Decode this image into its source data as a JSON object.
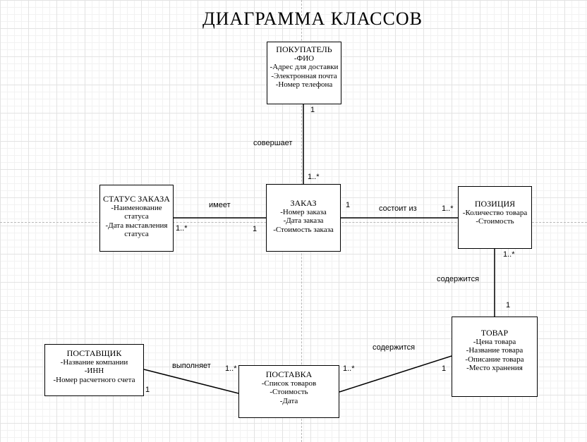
{
  "title": "ДИАГРАММА  КЛАССОВ",
  "classes": {
    "customer": {
      "name": "ПОКУПАТЕЛЬ",
      "attributes": [
        "-ФИО",
        "-Адрес для доставки",
        "-Электронная почта",
        "-Номер телефона"
      ]
    },
    "status": {
      "name": "СТАТУС ЗАКАЗА",
      "attributes": [
        "-Наименование",
        "статуса",
        "-Дата выставления",
        "статуса"
      ]
    },
    "order": {
      "name": "ЗАКАЗ",
      "attributes": [
        "-Номер заказа",
        "-Дата заказа",
        "-Стоимость заказа"
      ]
    },
    "position": {
      "name": "ПОЗИЦИЯ",
      "attributes": [
        "-Количество товара",
        "-Стоимость"
      ]
    },
    "product": {
      "name": "ТОВАР",
      "attributes": [
        "-Цена товара",
        "-Название товара",
        "-Описание товара",
        "-Место хранения"
      ]
    },
    "supplier": {
      "name": "ПОСТАВЩИК",
      "attributes": [
        "-Название компании",
        "-ИНН",
        "-Номер расчетного счета"
      ]
    },
    "delivery": {
      "name": "ПОСТАВКА",
      "attributes": [
        "-Список товаров",
        "-Стоимость",
        "-Дата"
      ]
    }
  },
  "associations": {
    "customer_order": {
      "label": "совершает",
      "source_mult": "1",
      "target_mult": "1..*"
    },
    "status_order": {
      "label": "имеет",
      "source_mult": "1..*",
      "target_mult": "1"
    },
    "order_position": {
      "label": "состоит из",
      "source_mult": "1",
      "target_mult": "1..*"
    },
    "position_product": {
      "label": "содержится",
      "source_mult": "1..*",
      "target_mult": "1"
    },
    "delivery_product": {
      "label": "содержится",
      "source_mult": "1..*",
      "target_mult": "1"
    },
    "supplier_delivery": {
      "label": "выполняет",
      "source_mult": "1",
      "target_mult": "1..*"
    }
  }
}
